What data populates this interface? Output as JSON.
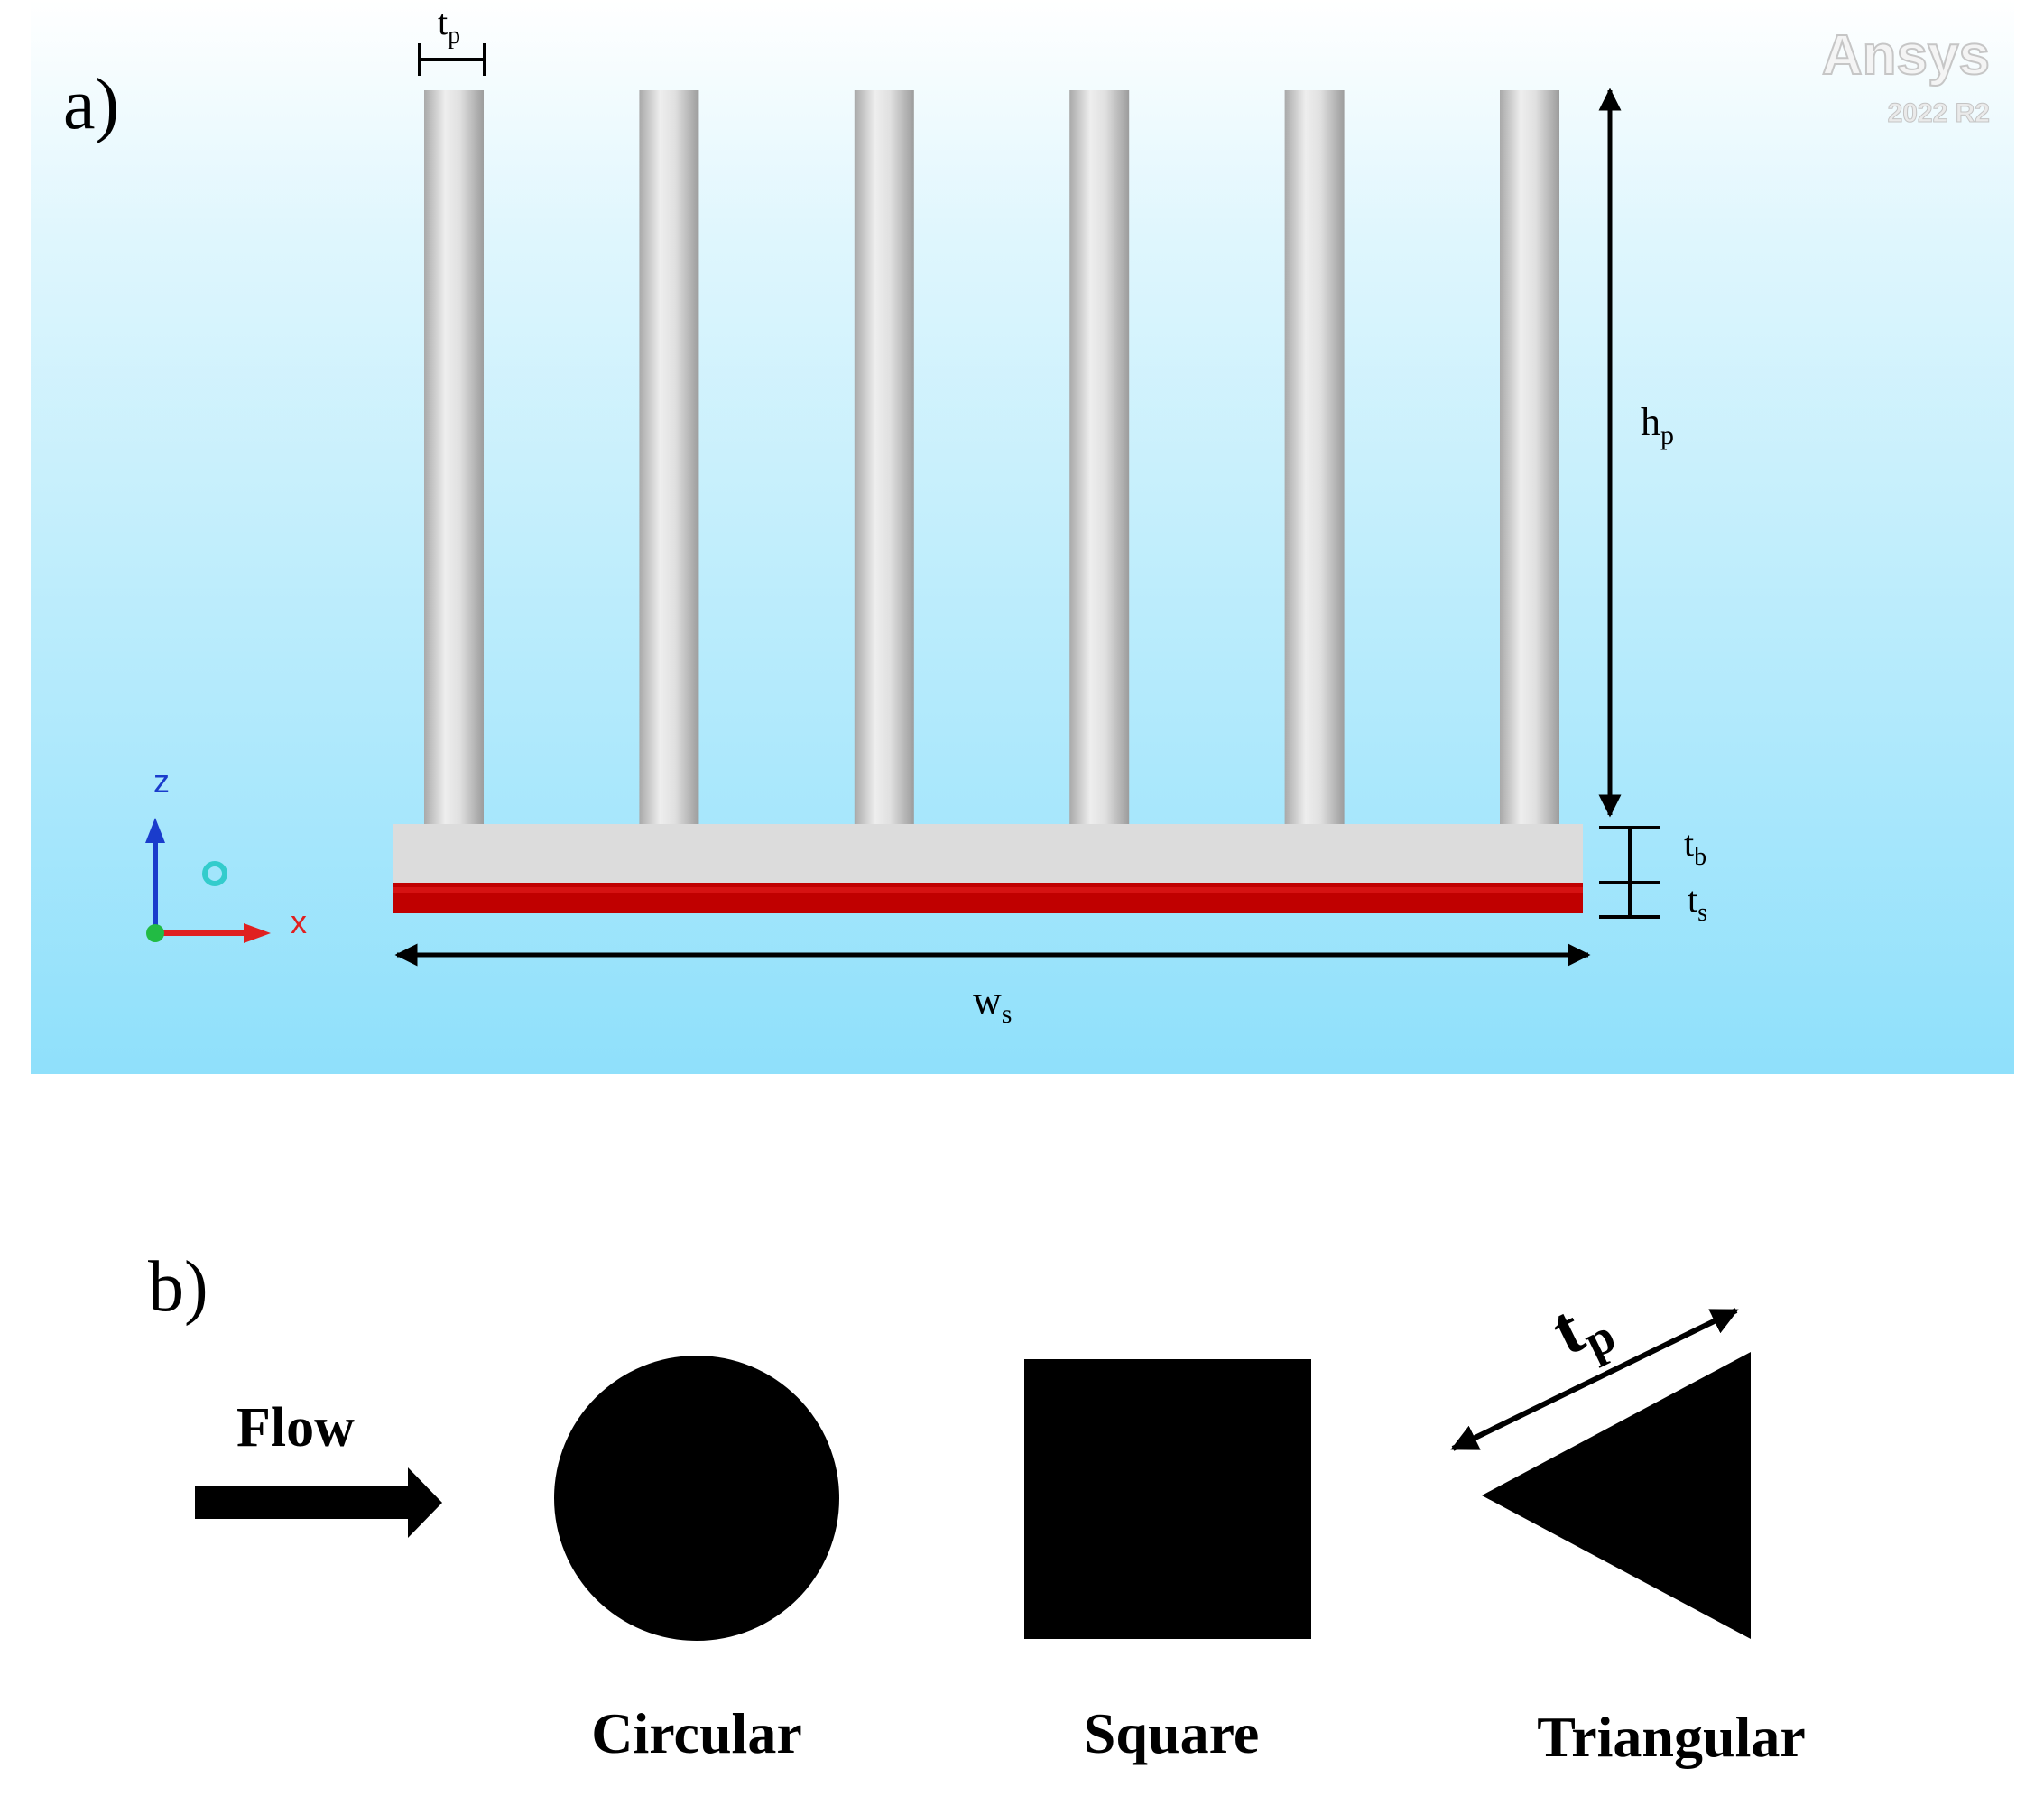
{
  "panel_a": {
    "label": "a)",
    "dimensions": {
      "pin_thickness": {
        "main": "t",
        "sub": "p"
      },
      "pin_height": {
        "main": "h",
        "sub": "p"
      },
      "base_thickness": {
        "main": "t",
        "sub": "b"
      },
      "source_thickness": {
        "main": "t",
        "sub": "s"
      },
      "sink_width": {
        "main": "w",
        "sub": "s"
      }
    },
    "pin_count": 6,
    "watermark": {
      "brand": "Ansys",
      "version": "2022 R2"
    },
    "axes": {
      "z_label": "z",
      "x_label": "x"
    },
    "colors": {
      "background_top": "#ffffff",
      "background_bottom": "#8fe0fb",
      "pin": "#d2d2d2",
      "base": "#dcdcdc",
      "heat_source": "#c00000",
      "z_axis": "#1a3ccc",
      "x_axis": "#e02020",
      "origin_dot": "#22bb44",
      "y_marker": "#33cccc"
    }
  },
  "panel_b": {
    "label": "b)",
    "flow_label": "Flow",
    "dimension": {
      "main": "t",
      "sub": "p"
    },
    "shapes": [
      {
        "name": "circular",
        "label": "Circular"
      },
      {
        "name": "square",
        "label": "Square"
      },
      {
        "name": "triangular",
        "label": "Triangular"
      }
    ]
  }
}
